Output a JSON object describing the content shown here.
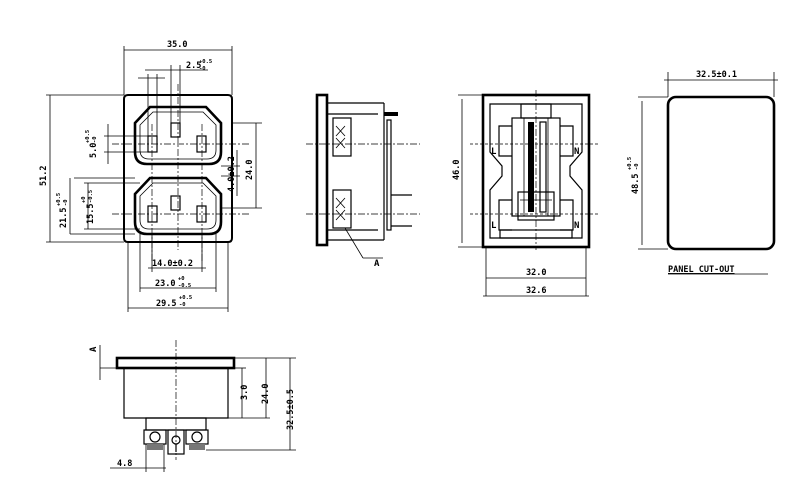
{
  "front_view": {
    "width_total": "35.0",
    "pin_gap_nom": "2.5",
    "pin_gap_tol_plus": "+0.5",
    "pin_gap_tol_minus": "-0",
    "pin_offset_nom": "5.0",
    "pin_offset_tol_plus": "+0.5",
    "pin_offset_tol_minus": "-0",
    "height_total": "51.2",
    "outer_body_nom": "21.5",
    "outer_body_tol_plus": "+0.5",
    "outer_body_tol_minus": "-0",
    "inner_body_nom": "15.5",
    "inner_body_tol_plus": "+0",
    "inner_body_tol_minus": "-0.5",
    "socket_spacing": "4.0±0.2",
    "socket_height": "24.0",
    "pin_pitch": "14.0±0.2",
    "socket_width_nom": "23.0",
    "socket_width_tol_plus": "+0",
    "socket_width_tol_minus": "-0.5",
    "opening_width_nom": "29.5",
    "opening_width_tol_plus": "+0.5",
    "opening_width_tol_minus": "-0"
  },
  "side_view": {
    "section_label": "A"
  },
  "rear_view": {
    "height": "46.0",
    "width_inner": "32.0",
    "width_outer": "32.6",
    "line_labels": [
      "L",
      "N",
      "L",
      "N"
    ]
  },
  "panel_cutout": {
    "width": "32.5±0.1",
    "height_nom": "48.5",
    "height_tol_plus": "+0.5",
    "height_tol_minus": "-0",
    "caption": "PANEL CUT-OUT"
  },
  "bottom_view": {
    "section_label": "A",
    "flange": "3.0",
    "depth": "24.0",
    "total_depth": "32.5±0.5",
    "terminal_width": "4.8"
  }
}
